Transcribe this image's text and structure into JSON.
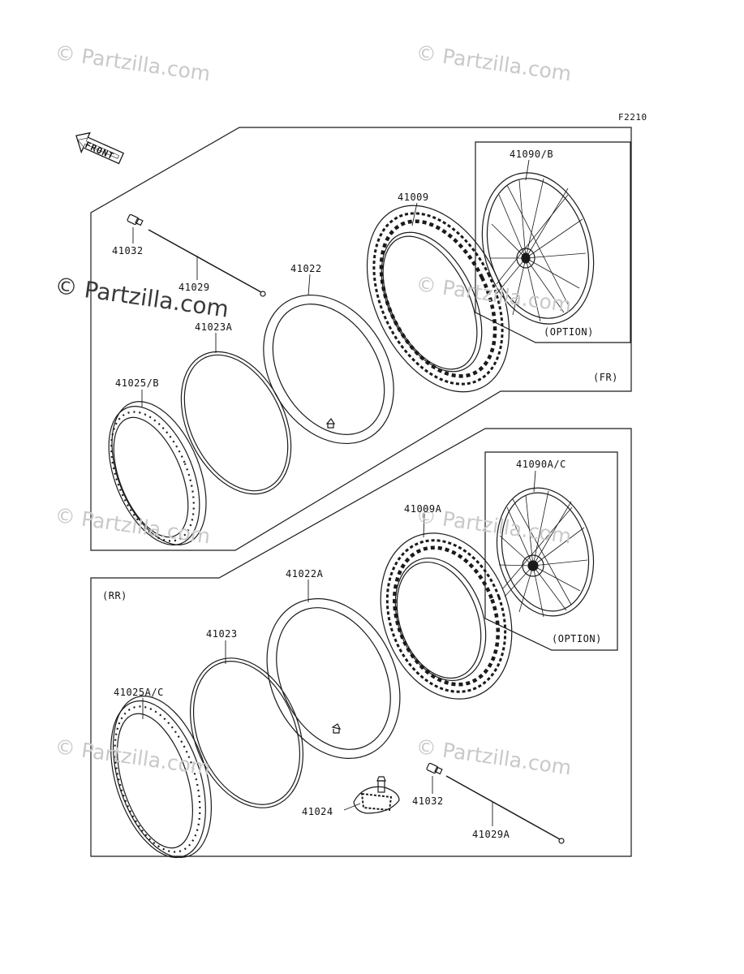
{
  "figure_code": "F2210",
  "direction_label": "FRONT",
  "watermark_text": "© Partzilla.com",
  "groups": {
    "front": "(FR)",
    "rear": "(RR)",
    "option_front": "(OPTION)",
    "option_rear": "(OPTION)"
  },
  "parts": {
    "p41090_b": "41090/B",
    "p41009": "41009",
    "p41032_fr": "41032",
    "p41029": "41029",
    "p41022": "41022",
    "p41023a": "41023A",
    "p41025_b": "41025/B",
    "p41090a_c": "41090A/C",
    "p41009a": "41009A",
    "p41022a": "41022A",
    "p41023": "41023",
    "p41025a_c": "41025A/C",
    "p41024": "41024",
    "p41032_rr": "41032",
    "p41029a": "41029A"
  },
  "colors": {
    "line": "#1a1a1a",
    "watermark": "#c9c9c9"
  }
}
